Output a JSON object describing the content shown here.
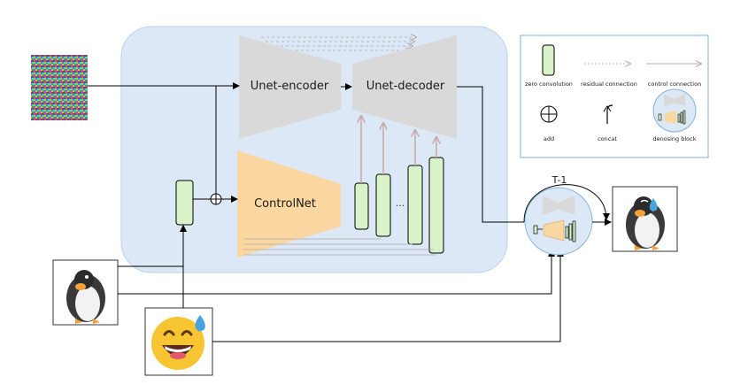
{
  "diagram": {
    "unet_encoder_label": "Unet-encoder",
    "unet_decoder_label": "Unet-decoder",
    "controlnet_label": "ControlNet",
    "ellipsis": "...",
    "loop_label": "T-1"
  },
  "legend": {
    "zero_convolution": "zero convolution",
    "residual_connection": "residual connection",
    "control_connection": "control connection",
    "add": "add",
    "concat": "concat",
    "denoising_block": "denosing block"
  },
  "colors": {
    "panel_fill": "#dde8f7",
    "unet_gray": "#d9d9d9",
    "controlnet_orange": "#fad7a0",
    "zero_conv_green": "#d9f2c9",
    "control_arrow": "#c8a8a8",
    "residual_arrow": "#a9a9a9",
    "legend_border": "#7fb2d9"
  },
  "icons": [
    "noise-image",
    "penguin-image",
    "grinning-sweat-emoji",
    "penguin-output-image",
    "circle-plus-icon",
    "concat-icon"
  ]
}
